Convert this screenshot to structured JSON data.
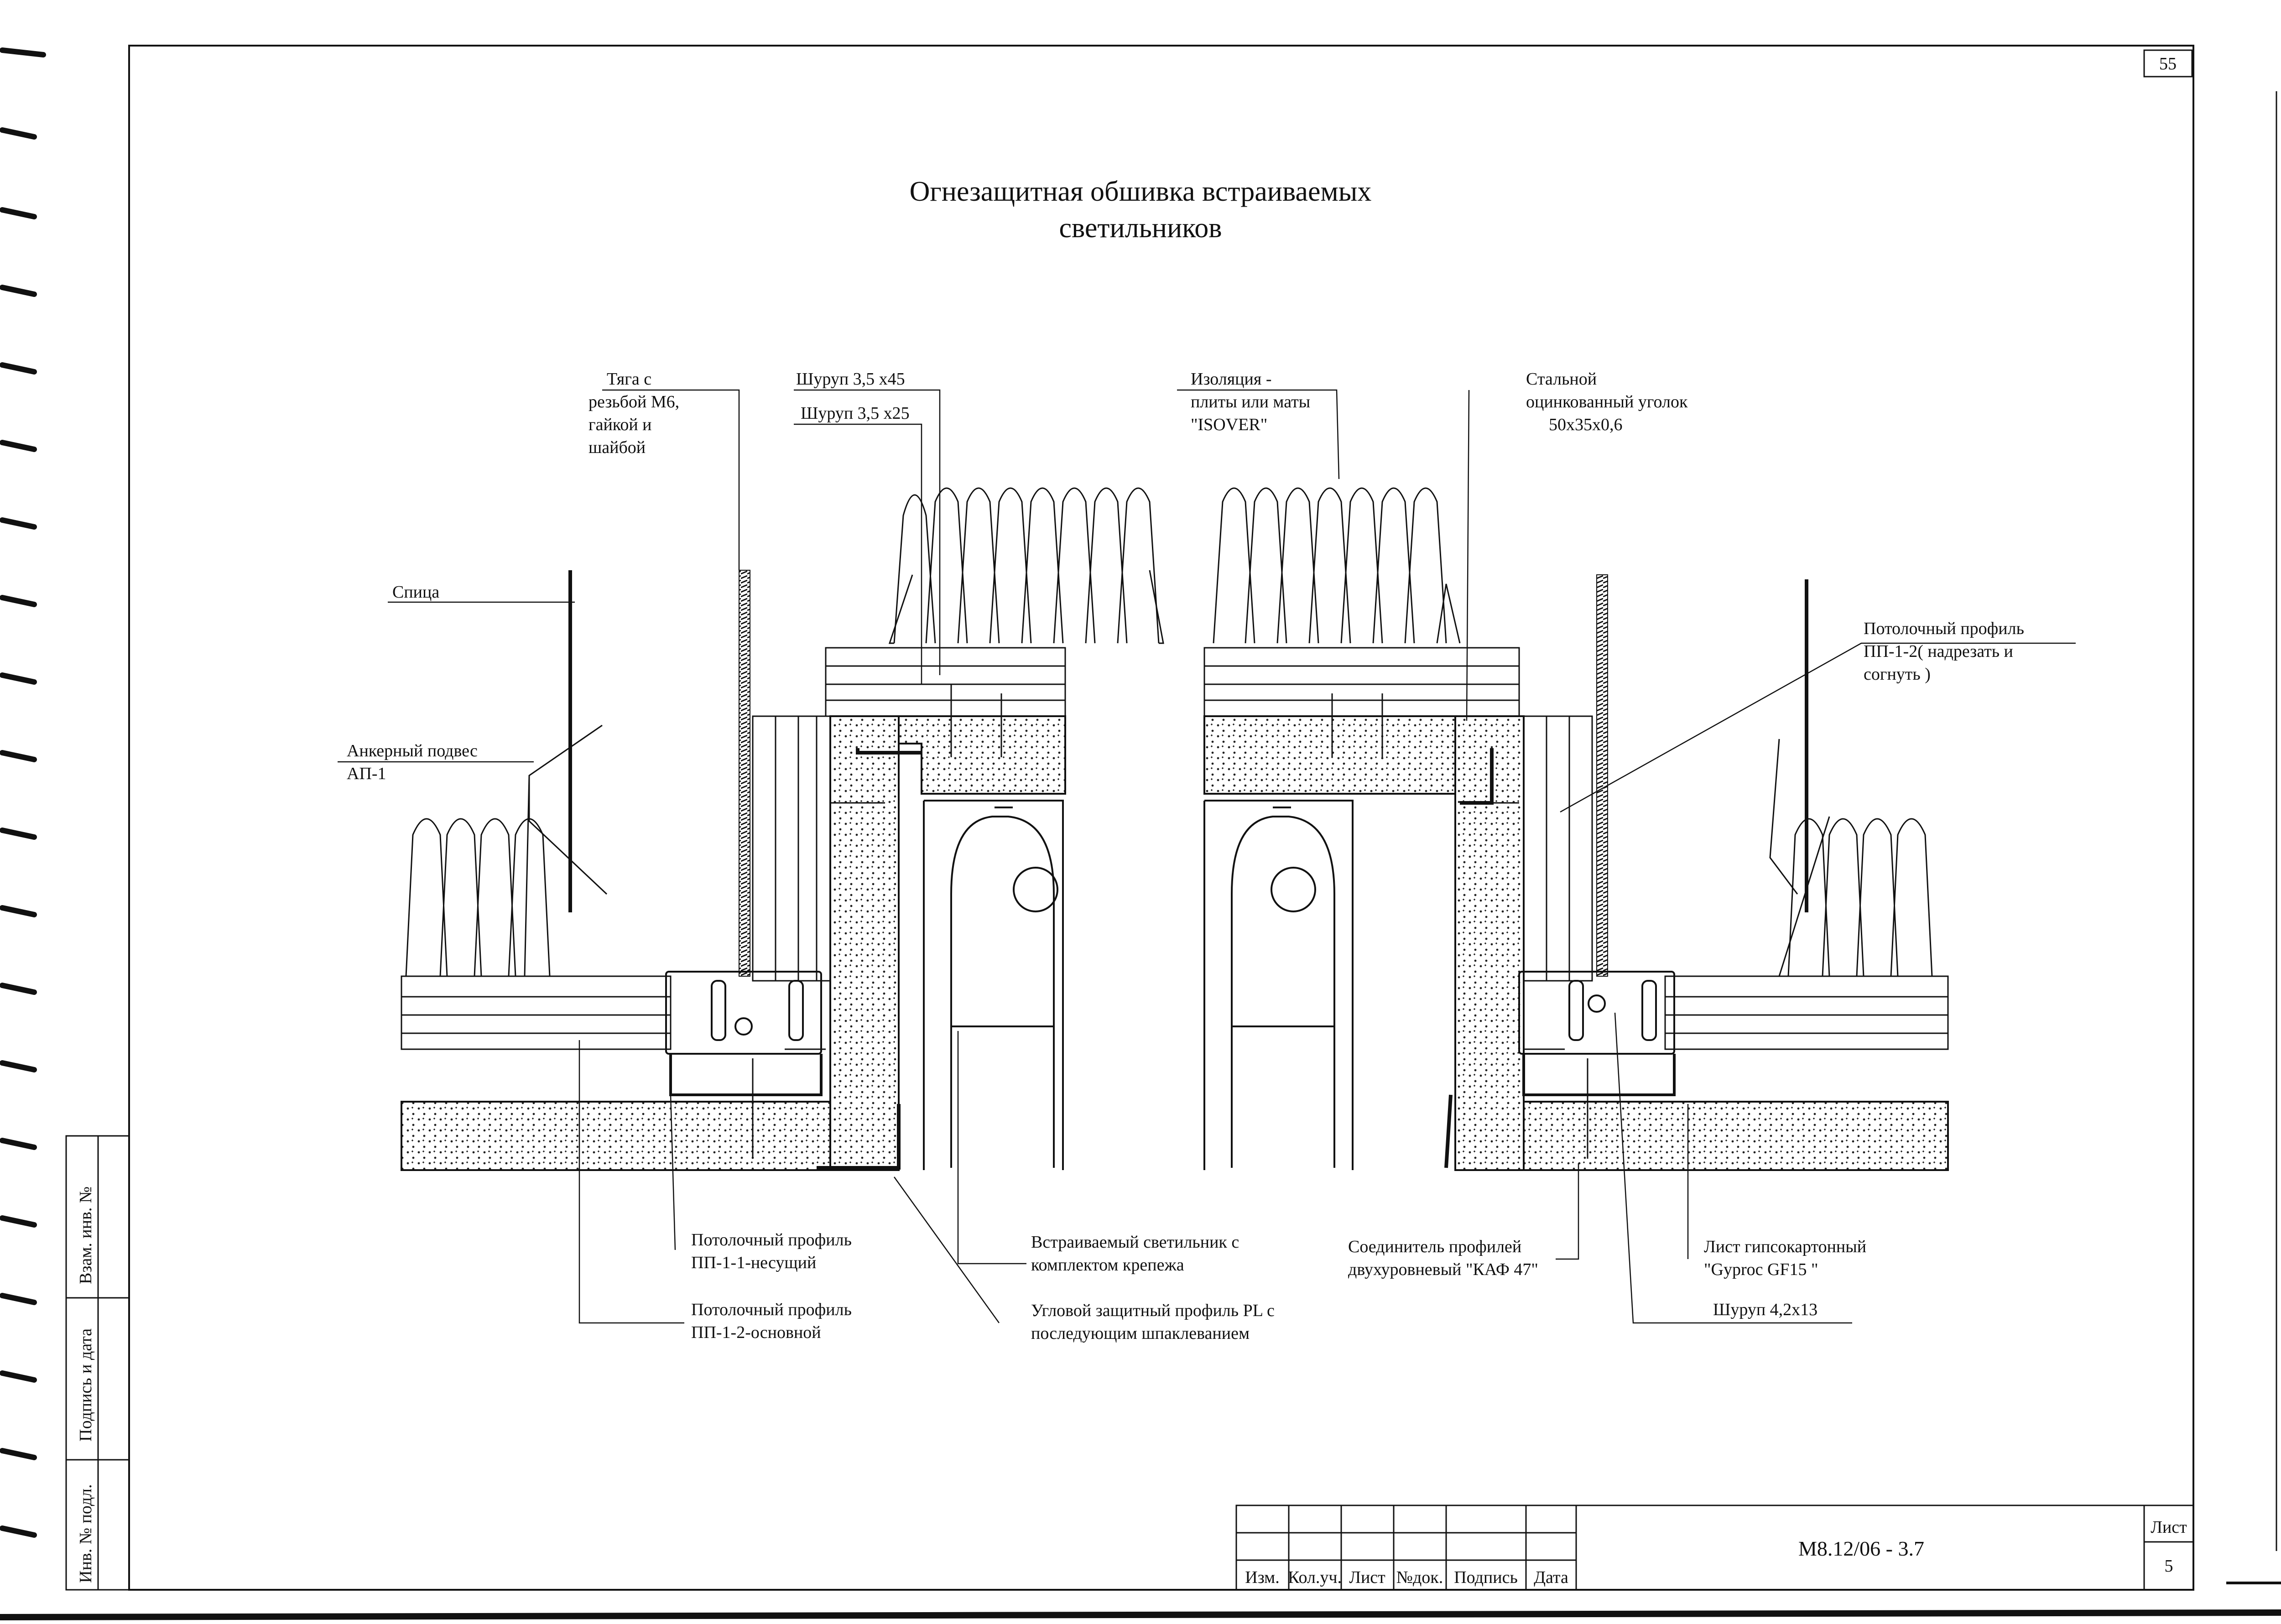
{
  "sheet_corner_number": "55",
  "title": {
    "line1": "Огнезащитная обшивка встраиваемых",
    "line2": "светильников"
  },
  "labels": {
    "tyaga": [
      "Тяга с",
      "резьбой М6,",
      "гайкой и",
      "шайбой"
    ],
    "shurup_45": "Шуруп 3,5 х45",
    "shurup_25": "Шуруп 3,5 х25",
    "isolation": [
      "Изоляция -",
      "плиты или маты",
      "\"ISOVER\""
    ],
    "ugolok": [
      "Стальной",
      "оцинкованный уголок",
      "50х35х0,6"
    ],
    "spica": "Спица",
    "anker": [
      "Анкерный подвес",
      "АП-1"
    ],
    "profile_pp12_cut": [
      "Потолочный профиль",
      "ПП-1-2( надрезать и",
      "согнуть )"
    ],
    "profile_pp11": [
      "Потолочный профиль",
      "ПП-1-1-несущий"
    ],
    "profile_pp12": [
      "Потолочный профиль",
      "ПП-1-2-основной"
    ],
    "svetilnik": [
      "Встраиваемый  светильник с",
      "комплектом крепежа"
    ],
    "pl_profile": [
      "Угловой защитный профиль PL с",
      "последующим шпаклеванием"
    ],
    "kaf": [
      "Соединитель профилей",
      "двухуровневый \"КАФ 47\""
    ],
    "gypsum": [
      "Лист гипсокартонный",
      "\"Gyproc GF15 \""
    ],
    "shurup_42": "Шуруп 4,2х13"
  },
  "side_stamp": {
    "vzam": "Взам. инв. №",
    "podpis": "Подпись и дата",
    "inv": "Инв. № подл."
  },
  "title_block": {
    "headers": [
      "Изм.",
      "Кол.уч.",
      "Лист",
      "№док.",
      "Подпись",
      "Дата"
    ],
    "document_code": "М8.12/06 - 3.7",
    "sheet_label": "Лист",
    "sheet_number": "5"
  }
}
